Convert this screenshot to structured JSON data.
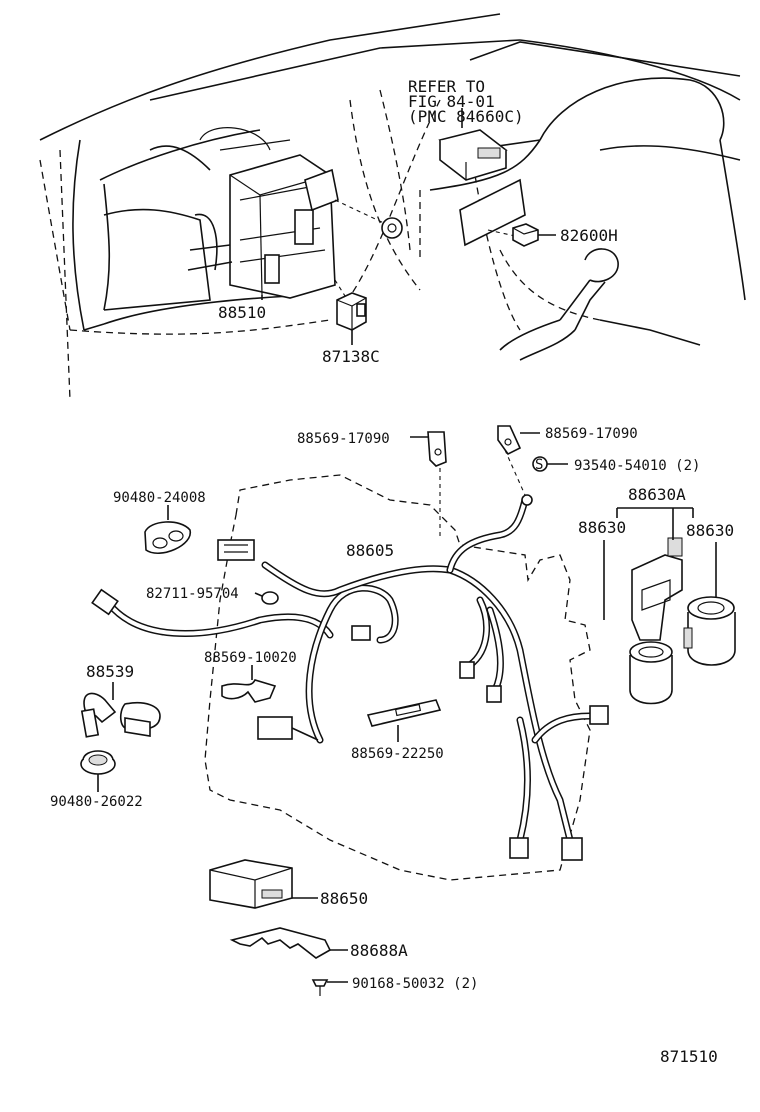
{
  "refer": {
    "line1": "REFER TO",
    "line2": "FIG 84-01",
    "line3": "(PNC 84660C)"
  },
  "labels": {
    "p82600H": "82600H",
    "p88510": "88510",
    "p87138C": "87138C",
    "p88569_17090_left": "88569-17090",
    "p88569_17090_right": "88569-17090",
    "p93540": "93540-54010 (2)",
    "p90480_24008": "90480-24008",
    "p88630A": "88630A",
    "p88630_left": "88630",
    "p88630_right": "88630",
    "p88605": "88605",
    "p82711": "82711-95704",
    "p88569_10020": "88569-10020",
    "p88539": "88539",
    "p88569_22250": "88569-22250",
    "p90480_26022": "90480-26022",
    "p88650": "88650",
    "p88688A": "88688A",
    "p90168": "90168-50032 (2)",
    "figure_number": "871510"
  }
}
